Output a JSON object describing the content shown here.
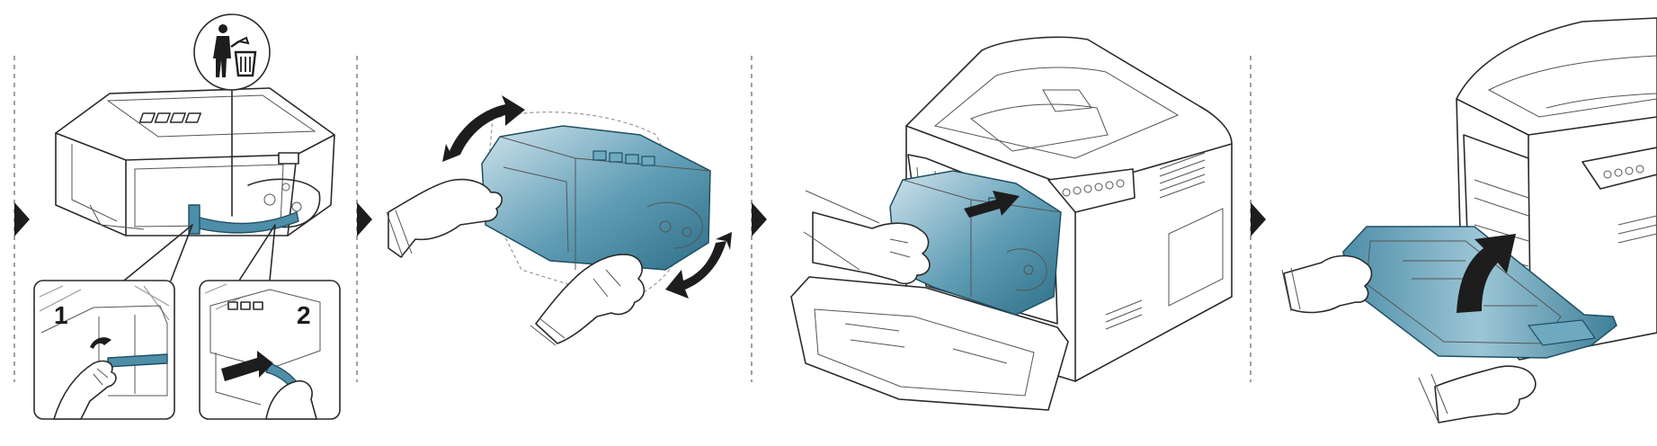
{
  "steps": [
    {
      "id": "remove-packaging",
      "callouts": [
        {
          "label": "1"
        },
        {
          "label": "2"
        }
      ],
      "icon": "trash-disposal-icon"
    },
    {
      "id": "shake-cartridge"
    },
    {
      "id": "insert-cartridge"
    },
    {
      "id": "close-front-cover"
    }
  ],
  "colors": {
    "accent": "#4e8ea8",
    "accent_dark": "#1f4f63",
    "line": "#2a2a2a"
  },
  "icons": [
    "step-arrow-icon",
    "trash-disposal-icon",
    "rotate-arrow-icon",
    "insert-arrow-icon",
    "close-arrow-icon"
  ]
}
